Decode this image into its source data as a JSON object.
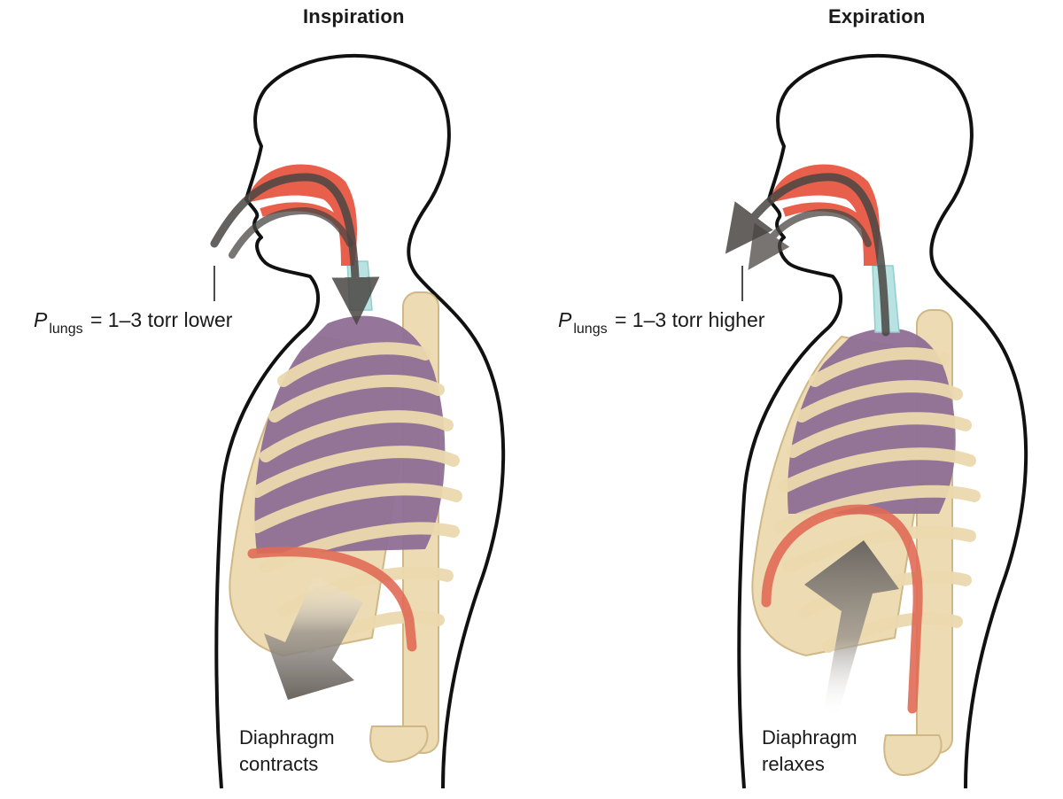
{
  "panels": [
    {
      "title": "Inspiration",
      "pressure": {
        "symbol": "P",
        "subscript": "lungs",
        "value": " = 1–3 torr lower"
      },
      "caption": {
        "line1": "Diaphragm",
        "line2": "contracts"
      }
    },
    {
      "title": "Expiration",
      "pressure": {
        "symbol": "P",
        "subscript": "lungs",
        "value": " = 1–3 torr higher"
      },
      "caption": {
        "line1": "Diaphragm",
        "line2": "relaxes"
      }
    }
  ],
  "colors": {
    "outline": "#111111",
    "airway": "#e8604c",
    "trachea": "#b9e3e3",
    "lung": "#8f6f95",
    "bone": "#ecd9ae",
    "bone_stroke": "#cdb27c",
    "diaphragm": "#e06a55",
    "arrow": "#6b6660"
  }
}
